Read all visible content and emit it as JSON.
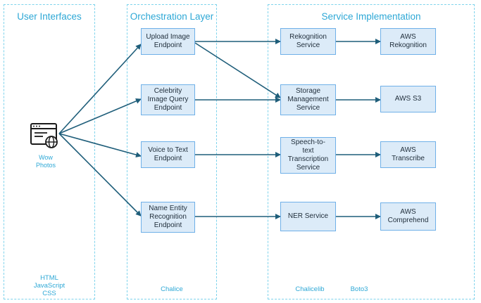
{
  "lanes": {
    "ui": {
      "title": "User Interfaces",
      "footer_lines": [
        "HTML",
        "JavaScript",
        "CSS"
      ]
    },
    "orch": {
      "title": "Orchestration Layer",
      "footer": "Chalice"
    },
    "svc": {
      "title": "Service Implementation",
      "footer_left": "Chalicelib",
      "footer_right": "Boto3"
    }
  },
  "app": {
    "label_lines": [
      "Wow",
      "Photos"
    ],
    "icon": "browser-globe-icon"
  },
  "endpoints": [
    {
      "lines": [
        "Upload Image",
        "Endpoint"
      ]
    },
    {
      "lines": [
        "Celebrity",
        "Image Query",
        "Endpoint"
      ]
    },
    {
      "lines": [
        "Voice to Text",
        "Endpoint"
      ]
    },
    {
      "lines": [
        "Name Entity",
        "Recognition",
        "Endpoint"
      ]
    }
  ],
  "services": [
    {
      "lines": [
        "Rekognition",
        "Service"
      ]
    },
    {
      "lines": [
        "Storage",
        "Management",
        "Service"
      ]
    },
    {
      "lines": [
        "Speech-to-",
        "text",
        "Transcription",
        "Service"
      ]
    },
    {
      "lines": [
        "NER Service"
      ]
    }
  ],
  "aws": [
    {
      "lines": [
        "AWS",
        "Rekognition"
      ]
    },
    {
      "lines": [
        "AWS S3"
      ]
    },
    {
      "lines": [
        "AWS",
        "Transcribe"
      ]
    },
    {
      "lines": [
        "AWS",
        "Comprehend"
      ]
    }
  ],
  "colors": {
    "lane_border": "#7fd3ec",
    "lane_text": "#2ea8d6",
    "box_fill": "#dcebf8",
    "box_border": "#6fb0e8",
    "arrow": "#1f5e7a"
  }
}
